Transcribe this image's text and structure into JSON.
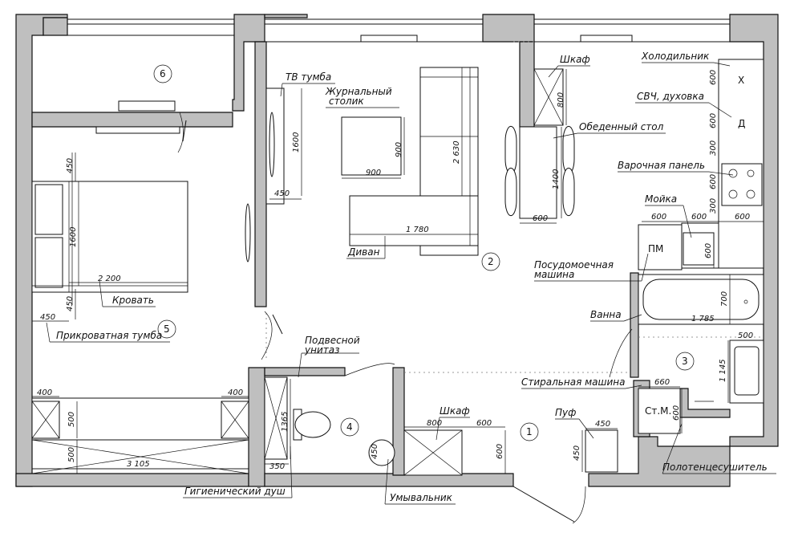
{
  "rooms": [
    "1",
    "2",
    "3",
    "4",
    "5",
    "6"
  ],
  "labels": {
    "tv_stand": "ТВ тумба",
    "coffee_table_1": "Журнальный",
    "coffee_table_2": "столик",
    "sofa": "Диван",
    "wardrobe_top": "Шкаф",
    "dining_table": "Обеденный стол",
    "fridge": "Холодильник",
    "microwave_oven": "СВЧ, духовка",
    "hob": "Варочная панель",
    "sink": "Мойка",
    "dishwasher_1": "Посудомоечная",
    "dishwasher_2": "машина",
    "bath": "Ванна",
    "washing_machine": "Стиральная машина",
    "pouf": "Пуф",
    "towel_dryer": "Полотенцесушитель",
    "washbasin": "Умывальник",
    "hygienic_shower": "Гигиенический душ",
    "toilet_1": "Подвесной",
    "toilet_2": "унитаз",
    "wardrobe_bottom": "Шкаф",
    "bed": "Кровать",
    "bedside": "Прикроватная тумба"
  },
  "tags": {
    "dishwasher": "ПМ",
    "washer": "Ст.М.",
    "fridge_mark": "Х",
    "oven_mark": "Д"
  },
  "dims": {
    "tv_1600": "1600",
    "tv_450": "450",
    "table_900w": "900",
    "table_900h": "900",
    "sofa_2630": "2 630",
    "sofa_1780": "1 780",
    "dining_1400": "1400",
    "dining_600": "600",
    "wardrobe_800": "800",
    "k600a": "600",
    "k600b": "600",
    "k300a": "300",
    "k600c": "600",
    "k300b": "300",
    "sink600a": "600",
    "sink600b": "600",
    "sink600c": "600",
    "sink600v": "600",
    "bath700": "700",
    "bath1785": "1 785",
    "wb500": "500",
    "wb1145": "1 145",
    "wm660": "660",
    "wm600": "600",
    "pouf450a": "450",
    "pouf450b": "450",
    "wd800": "800",
    "wd600a": "600",
    "wd600b": "600",
    "wc1365": "1365",
    "wc350": "350",
    "wb450": "450",
    "bed450a": "450",
    "bed1600": "1600",
    "bed2200": "2 200",
    "bed450b": "450",
    "bt450": "450",
    "cl400a": "400",
    "cl400b": "400",
    "cl500a": "500",
    "cl500b": "500",
    "cl3105": "3 105"
  }
}
